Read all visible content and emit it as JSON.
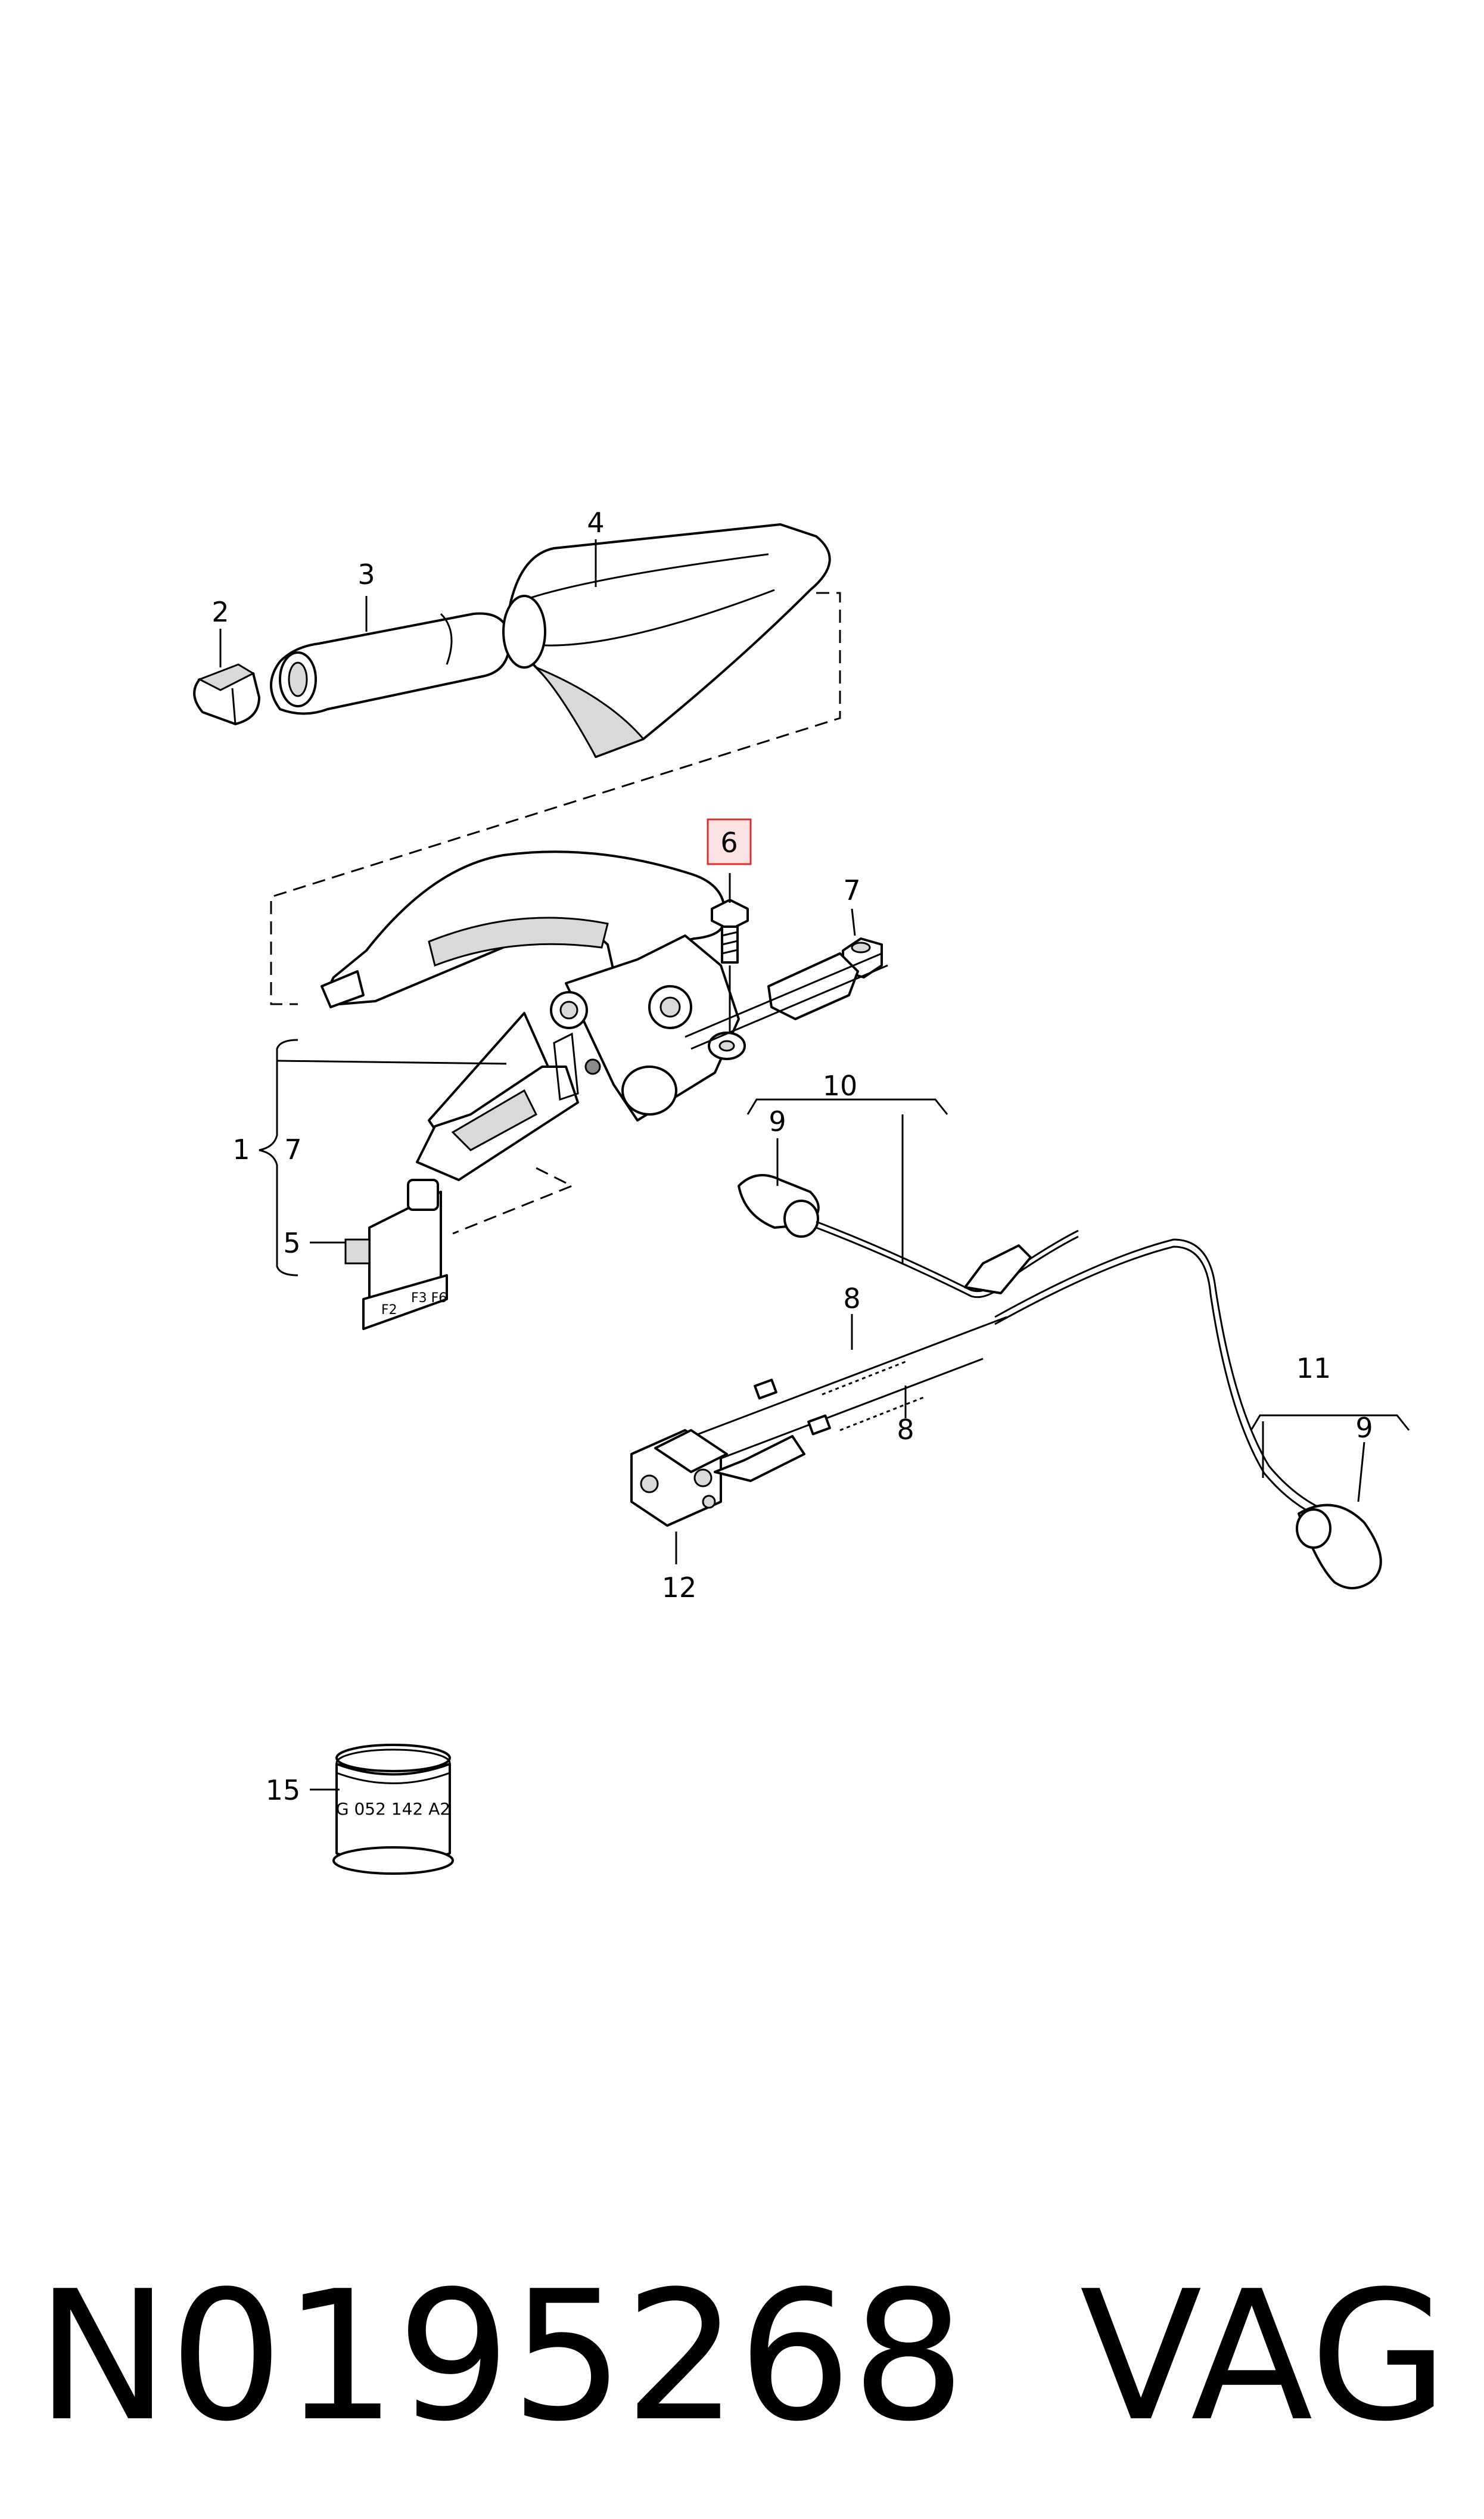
{
  "callouts": {
    "c1": "1",
    "c2": "2",
    "c3": "3",
    "c4": "4",
    "c5": "5",
    "c6": "6",
    "c7_bolt": "7",
    "c7_bracket": "7",
    "c8_upper": "8",
    "c8_lower": "8",
    "c9_left": "9",
    "c9_right": "9",
    "c10": "10",
    "c11": "11",
    "c12": "12",
    "c15": "15"
  },
  "tube_label": "G 052 142 A2",
  "switch_markings": [
    "F2",
    "F3 F6"
  ],
  "highlight": {
    "part": "6",
    "color": "#d9302c"
  },
  "footer": {
    "part_number": "N0195268",
    "brand": "VAG"
  }
}
